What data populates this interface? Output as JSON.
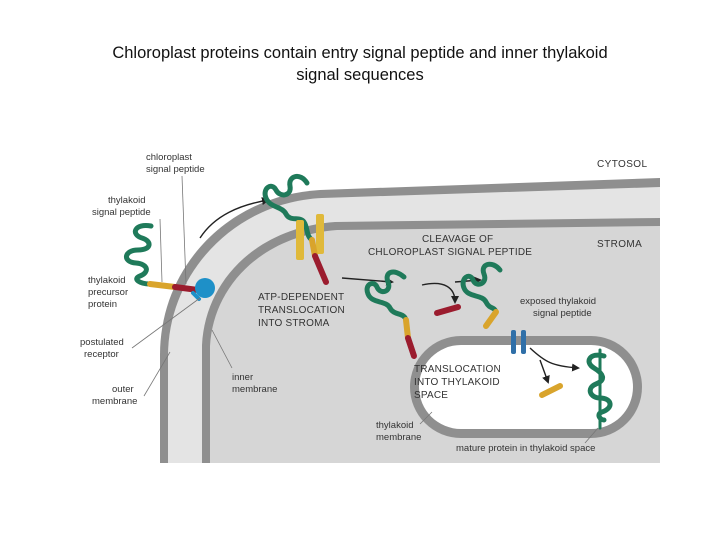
{
  "title": {
    "line1": "Chloroplast proteins contain entry signal peptide and inner thylakoid",
    "line2": "signal sequences"
  },
  "regions": {
    "cytosol": "CYTOSOL",
    "stroma": "STROMA"
  },
  "labels": {
    "chloroplast_signal_peptide": [
      "chloroplast",
      "signal peptide"
    ],
    "thylakoid_signal_peptide": [
      "thylakoid",
      "signal peptide"
    ],
    "thylakoid_precursor_protein": [
      "thylakoid",
      "precursor",
      "protein"
    ],
    "postulated_receptor": [
      "postulated",
      "receptor"
    ],
    "outer_membrane": [
      "outer",
      "membrane"
    ],
    "inner_membrane": [
      "inner",
      "membrane"
    ],
    "thylakoid_membrane": [
      "thylakoid",
      "membrane"
    ],
    "exposed_thylakoid_signal_peptide": [
      "exposed thylakoid",
      "signal peptide"
    ],
    "mature_protein": "mature protein in thylakoid space"
  },
  "captions": {
    "cleavage": [
      "CLEAVAGE OF",
      "CHLOROPLAST SIGNAL PEPTIDE"
    ],
    "atp_translocation": [
      "ATP-DEPENDENT",
      "TRANSLOCATION",
      "INTO STROMA"
    ],
    "thylakoid_translocation": [
      "TRANSLOCATION",
      "INTO THYLAKOID",
      "SPACE"
    ]
  },
  "colors": {
    "protein_green": "#1f7a5a",
    "signal_peptide_red": "#9b1c2e",
    "thylakoid_peptide_yellow": "#d9a42c",
    "receptor_blue": "#1e90c8",
    "translocator_blue": "#2f6fa8",
    "membrane_gray": "#8a8a8a",
    "stroma_gray": "#d6d6d6",
    "cytosol_white": "#ffffff"
  }
}
